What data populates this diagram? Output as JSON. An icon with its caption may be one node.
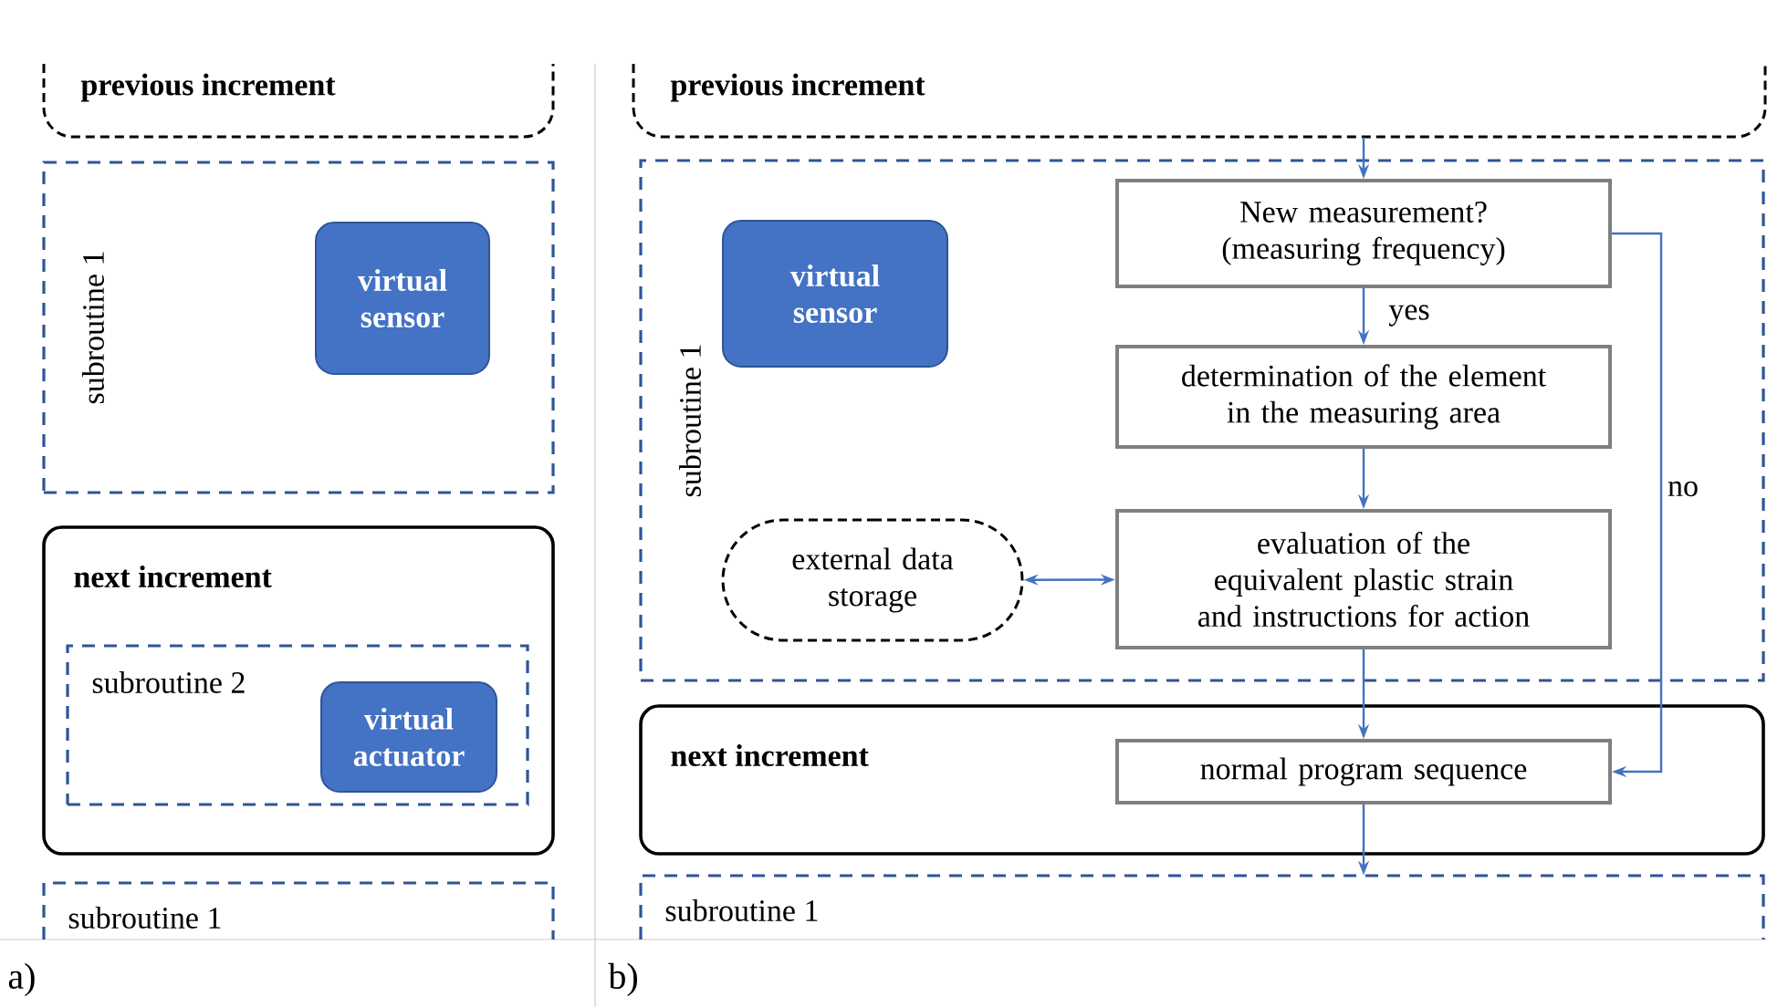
{
  "diagram": {
    "nodes": [
      {
        "text": [
          "previous increment"
        ]
      },
      {
        "text": [
          "subroutine 1"
        ]
      },
      {
        "text": [
          "virtual sensor"
        ],
        "in": 1
      },
      {
        "text": [
          "next increment"
        ]
      },
      {
        "text": [
          "subroutine 2"
        ],
        "in": 3
      },
      {
        "text": [
          "virtual actuator"
        ],
        "in": 4
      },
      {
        "text": [
          "subroutine 1"
        ]
      },
      {
        "text": [
          "previous increment"
        ]
      },
      {
        "text": [
          "subroutine 1"
        ]
      },
      {
        "text": [
          "virtual sensor"
        ],
        "in": 8
      },
      {
        "text": [
          "New measurement? (measuring frequency)"
        ],
        "in": 8
      },
      {
        "text": [
          "determination of the element in the measuring area"
        ],
        "in": 8
      },
      {
        "text": [
          "external data storage"
        ],
        "in": 8
      },
      {
        "text": [
          "evaluation of the equivalent plastic strain and instructions for action"
        ],
        "in": 8
      },
      {
        "text": [
          "next increment"
        ]
      },
      {
        "text": [
          "normal program sequence"
        ],
        "in": 14
      },
      {
        "text": [
          "subroutine 1"
        ]
      }
    ],
    "edges": [
      {
        "from": 7,
        "to": 10,
        "arrow": "to"
      },
      {
        "from": 10,
        "to": 11,
        "arrow": "to",
        "label": "yes"
      },
      {
        "from": 11,
        "to": 13,
        "arrow": "to"
      },
      {
        "from": 12,
        "to": 13,
        "arrow": "both"
      },
      {
        "from": 13,
        "to": 15,
        "arrow": "to"
      },
      {
        "from": 10,
        "to": 15,
        "arrow": "to",
        "label": "no"
      },
      {
        "from": 15,
        "to": 16,
        "arrow": "to"
      }
    ],
    "labels": [
      "a)",
      "b)"
    ]
  }
}
